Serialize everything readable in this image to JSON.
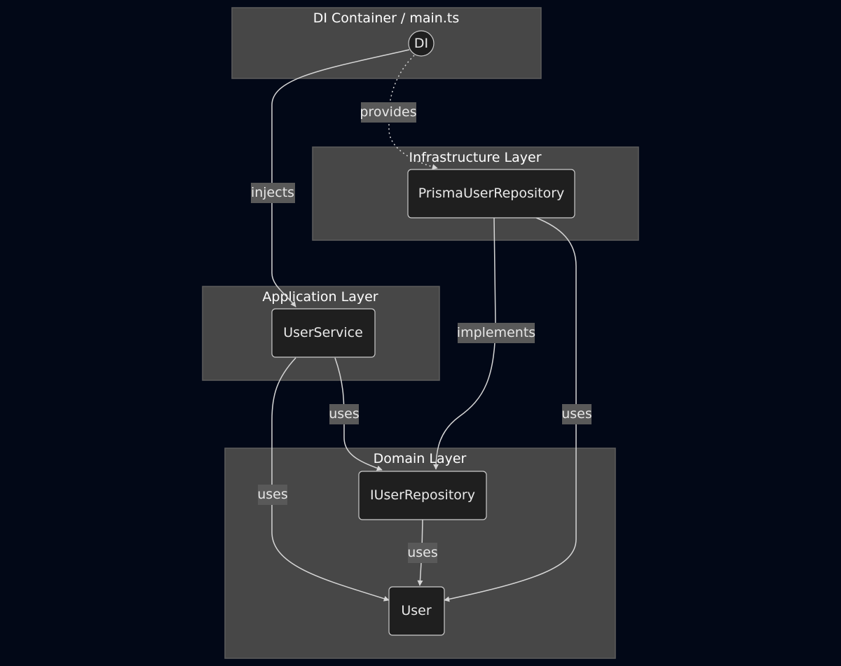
{
  "diagram": {
    "clusters": {
      "di": {
        "label": "DI Container / main.ts"
      },
      "infra": {
        "label": "Infrastructure Layer"
      },
      "app": {
        "label": "Application Layer"
      },
      "domain": {
        "label": "Domain Layer"
      }
    },
    "nodes": {
      "di": {
        "label": "DI"
      },
      "prisma": {
        "label": "PrismaUserRepository"
      },
      "userservice": {
        "label": "UserService"
      },
      "iuserrepo": {
        "label": "IUserRepository"
      },
      "user": {
        "label": "User"
      }
    },
    "edges": {
      "provides": {
        "label": "provides",
        "from": "DI",
        "to": "PrismaUserRepository",
        "style": "dotted"
      },
      "injects": {
        "label": "injects",
        "from": "DI",
        "to": "UserService",
        "style": "solid"
      },
      "implements": {
        "label": "implements",
        "from": "PrismaUserRepository",
        "to": "IUserRepository",
        "style": "solid"
      },
      "prisma_uses": {
        "label": "uses",
        "from": "PrismaUserRepository",
        "to": "User",
        "style": "solid"
      },
      "svc_uses_repo": {
        "label": "uses",
        "from": "UserService",
        "to": "IUserRepository",
        "style": "solid"
      },
      "svc_uses_user": {
        "label": "uses",
        "from": "UserService",
        "to": "User",
        "style": "solid"
      },
      "repo_uses_user": {
        "label": "uses",
        "from": "IUserRepository",
        "to": "User",
        "style": "solid"
      }
    }
  }
}
